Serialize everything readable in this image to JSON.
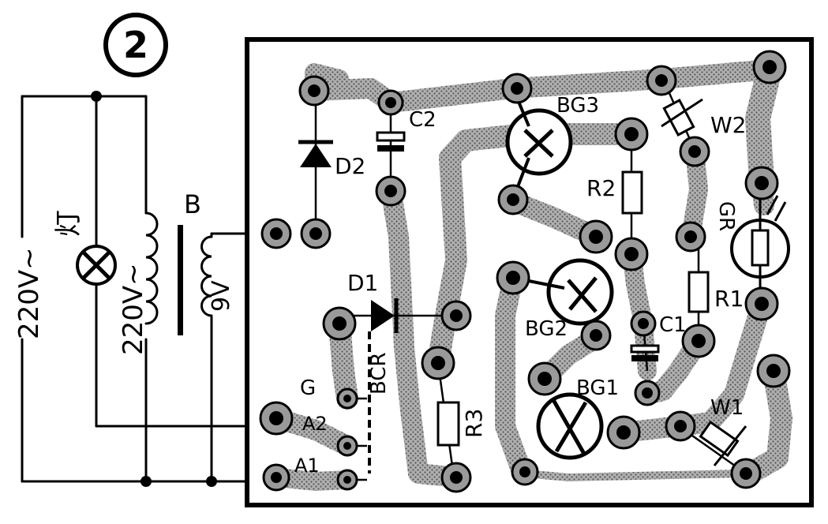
{
  "figure_number": "②",
  "labels": {
    "mains_left": "220V~",
    "lamp": "灯",
    "primary": "220V~",
    "transformer": "B",
    "secondary": "9V",
    "d2": "D2",
    "c2": "C2",
    "bg3": "BG3",
    "w2": "W2",
    "r2": "R2",
    "gr": "GR",
    "d1": "D1",
    "bcr": "BCR",
    "r1": "R1",
    "bg2": "BG2",
    "c1": "C1",
    "g": "G",
    "r3": "R3",
    "bg1": "BG1",
    "a2": "A2",
    "w1": "W1",
    "a1": "A1"
  },
  "colors": {
    "ink": "#000000",
    "trace": "#7d7d7d",
    "paper": "#ffffff"
  }
}
